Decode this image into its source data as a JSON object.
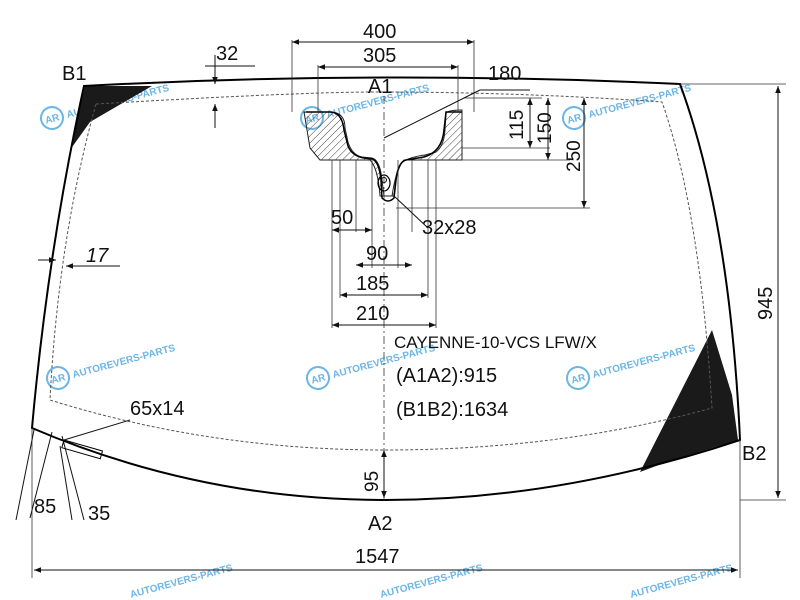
{
  "part": {
    "model": "CAYENNE-10-VCS LFW/X",
    "a1a2": "(A1A2):915",
    "b1b2": "(B1B2):1634"
  },
  "points": {
    "a1": "A1",
    "a2": "A2",
    "b1": "B1",
    "b2": "B2"
  },
  "dimensions": {
    "d400": "400",
    "d305": "305",
    "d180": "180",
    "d32": "32",
    "d115": "115",
    "d150": "150",
    "d250": "250",
    "d50": "50",
    "d32x28": "32x28",
    "d90": "90",
    "d185": "185",
    "d210": "210",
    "d17": "17",
    "d945": "945",
    "d65x14": "65x14",
    "d95": "95",
    "d85": "85",
    "d35": "35",
    "d1547": "1547"
  },
  "watermark": {
    "text": "AUTOREVERS-PARTS",
    "logo": "AR",
    "color": "#6cb6e6"
  },
  "colors": {
    "glass_outline": "#000000",
    "black_band": "#1a1a1a",
    "hatch": "#444444"
  }
}
